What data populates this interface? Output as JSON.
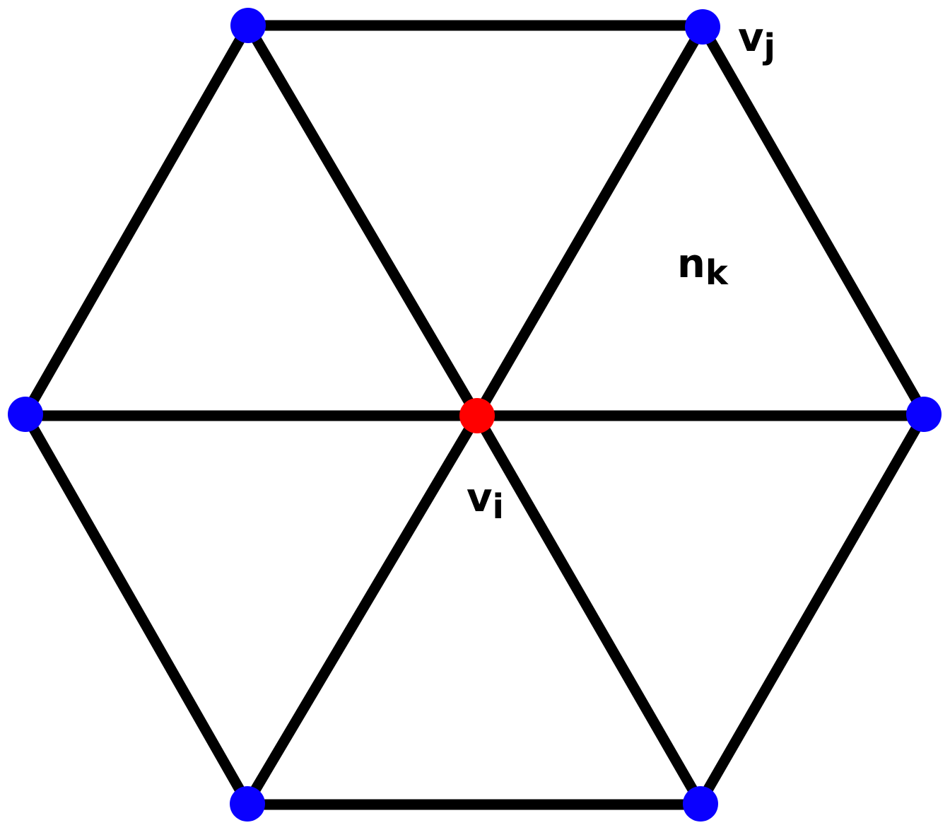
{
  "diagram": {
    "colors": {
      "edge": "#000000",
      "neighbor_vertex": "#0a00ff",
      "center_vertex": "#ff0000",
      "background": "#ffffff"
    },
    "labels": {
      "center_vertex": {
        "main": "v",
        "sub": "i"
      },
      "neighbor_vertex": {
        "main": "v",
        "sub": "j"
      },
      "face_normal": {
        "main": "n",
        "sub": "k"
      }
    }
  }
}
